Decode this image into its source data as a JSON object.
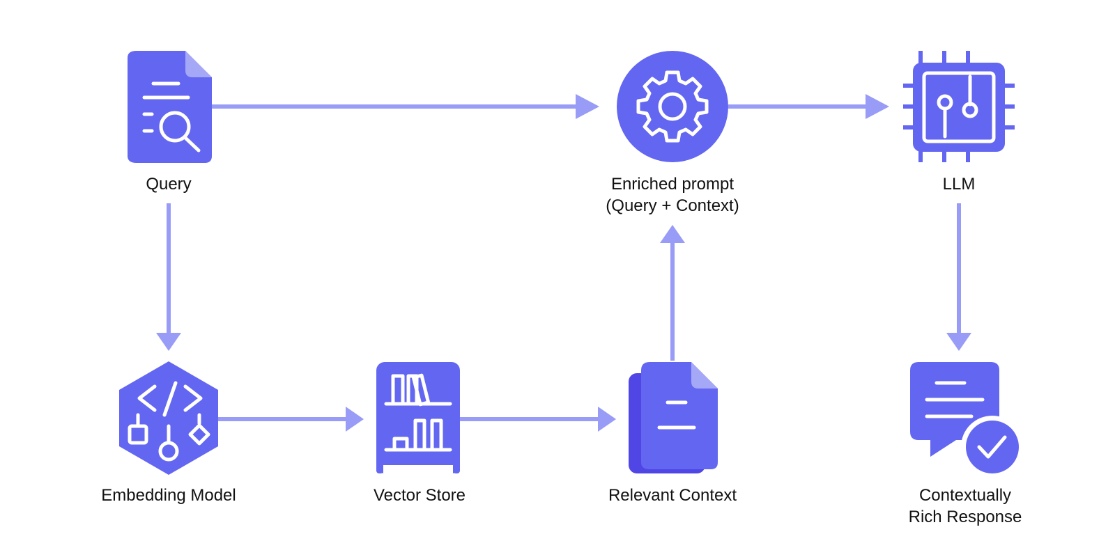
{
  "diagram": {
    "colors": {
      "icon": "#6366f1",
      "icon_dark": "#4f46e5",
      "accent_fold": "#a5a8f7",
      "arrow": "#989cf7",
      "text": "#111111"
    },
    "nodes": {
      "query": {
        "label": "Query",
        "icon": "document-search-icon"
      },
      "enriched_prompt": {
        "label_line1": "Enriched prompt",
        "label_line2": "(Query + Context)",
        "icon": "gear-icon"
      },
      "llm": {
        "label": "LLM",
        "icon": "chip-icon"
      },
      "embedding_model": {
        "label": "Embedding Model",
        "icon": "code-hexagon-icon"
      },
      "vector_store": {
        "label": "Vector Store",
        "icon": "bookshelf-icon"
      },
      "relevant_context": {
        "label": "Relevant Context",
        "icon": "documents-icon"
      },
      "response": {
        "label_line1": "Contextually",
        "label_line2": "Rich Response",
        "icon": "chat-check-icon"
      }
    },
    "edges": [
      {
        "from": "query",
        "to": "enriched_prompt"
      },
      {
        "from": "enriched_prompt",
        "to": "llm"
      },
      {
        "from": "query",
        "to": "embedding_model"
      },
      {
        "from": "embedding_model",
        "to": "vector_store"
      },
      {
        "from": "vector_store",
        "to": "relevant_context"
      },
      {
        "from": "relevant_context",
        "to": "enriched_prompt"
      },
      {
        "from": "llm",
        "to": "response"
      }
    ]
  }
}
